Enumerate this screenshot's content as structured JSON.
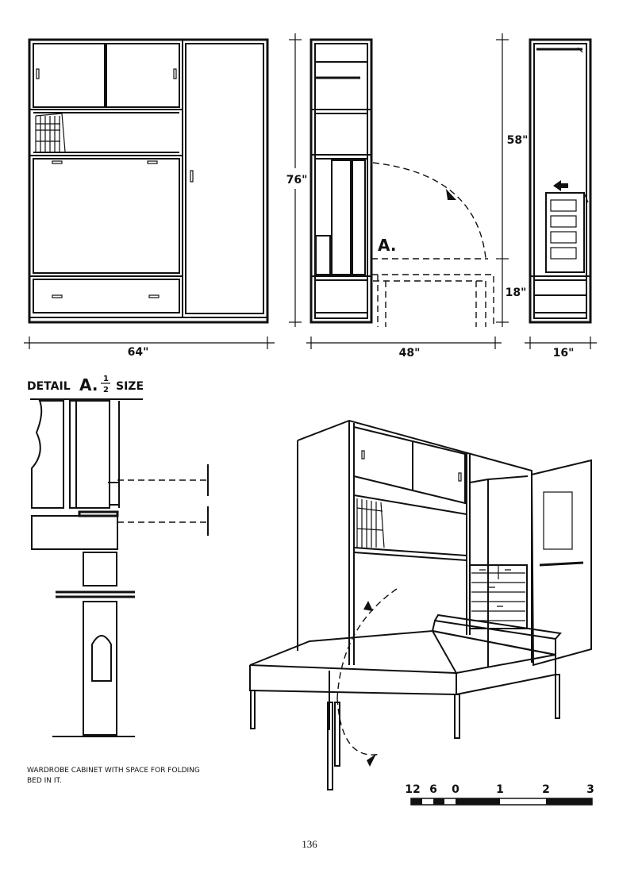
{
  "front_elevation": {
    "width_label": "64\""
  },
  "section_elevation": {
    "height_label": "76\"",
    "width_label": "48\"",
    "callout": "A."
  },
  "side_elevation": {
    "upper_label": "58\"",
    "lower_label": "18\"",
    "width_label": "16\""
  },
  "detail": {
    "word": "DETAIL",
    "letter": "A.",
    "frac_num": "1",
    "frac_den": "2",
    "size_word": "SIZE"
  },
  "caption": {
    "line1": "WARDROBE CABINET WITH SPACE FOR FOLDING",
    "line2": "BED IN IT."
  },
  "scale_bar": {
    "labels": [
      "12",
      "6",
      "0",
      "1",
      "2",
      "3"
    ]
  },
  "page_number": "136"
}
